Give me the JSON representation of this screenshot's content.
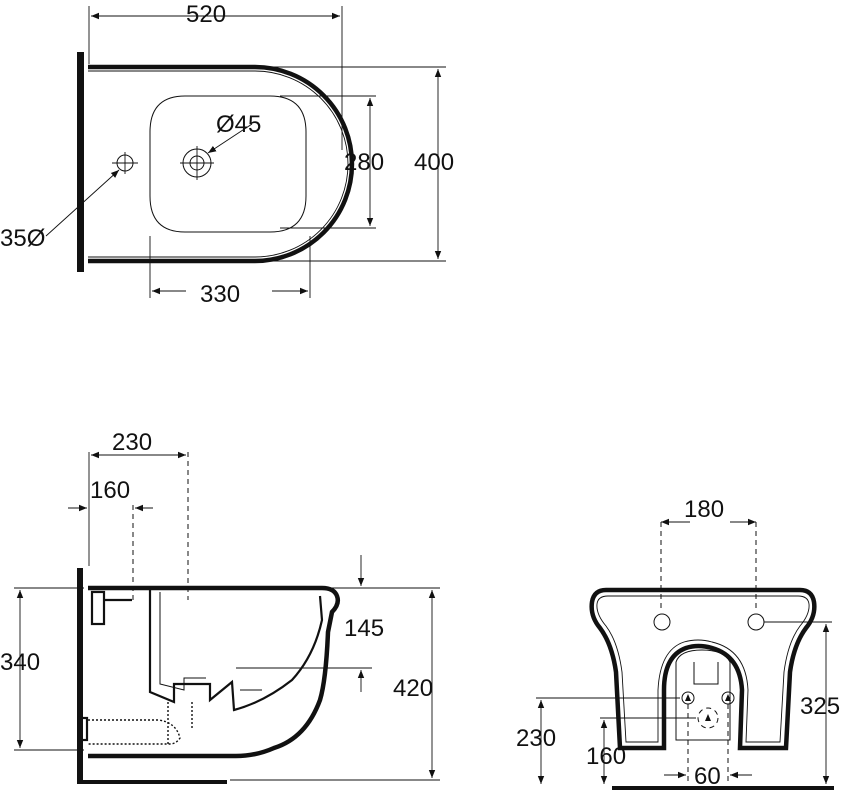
{
  "top_view": {
    "width_label": "520",
    "depth_label": "400",
    "bowl_depth_label": "280",
    "bowl_width_label": "330",
    "tap_hole_label": "Ø45",
    "side_hole_label": "35Ø"
  },
  "side_view": {
    "fixing_offset_label": "230",
    "waste_offset_label": "160",
    "rim_to_bowl_label": "145",
    "fixing_height_label": "340",
    "rim_height_label": "420"
  },
  "rear_view": {
    "fixing_spacing_label": "180",
    "fixing_height_label": "325",
    "water_inlet_height_label": "230",
    "waste_height_label": "160",
    "inlet_spacing_label": "60"
  }
}
